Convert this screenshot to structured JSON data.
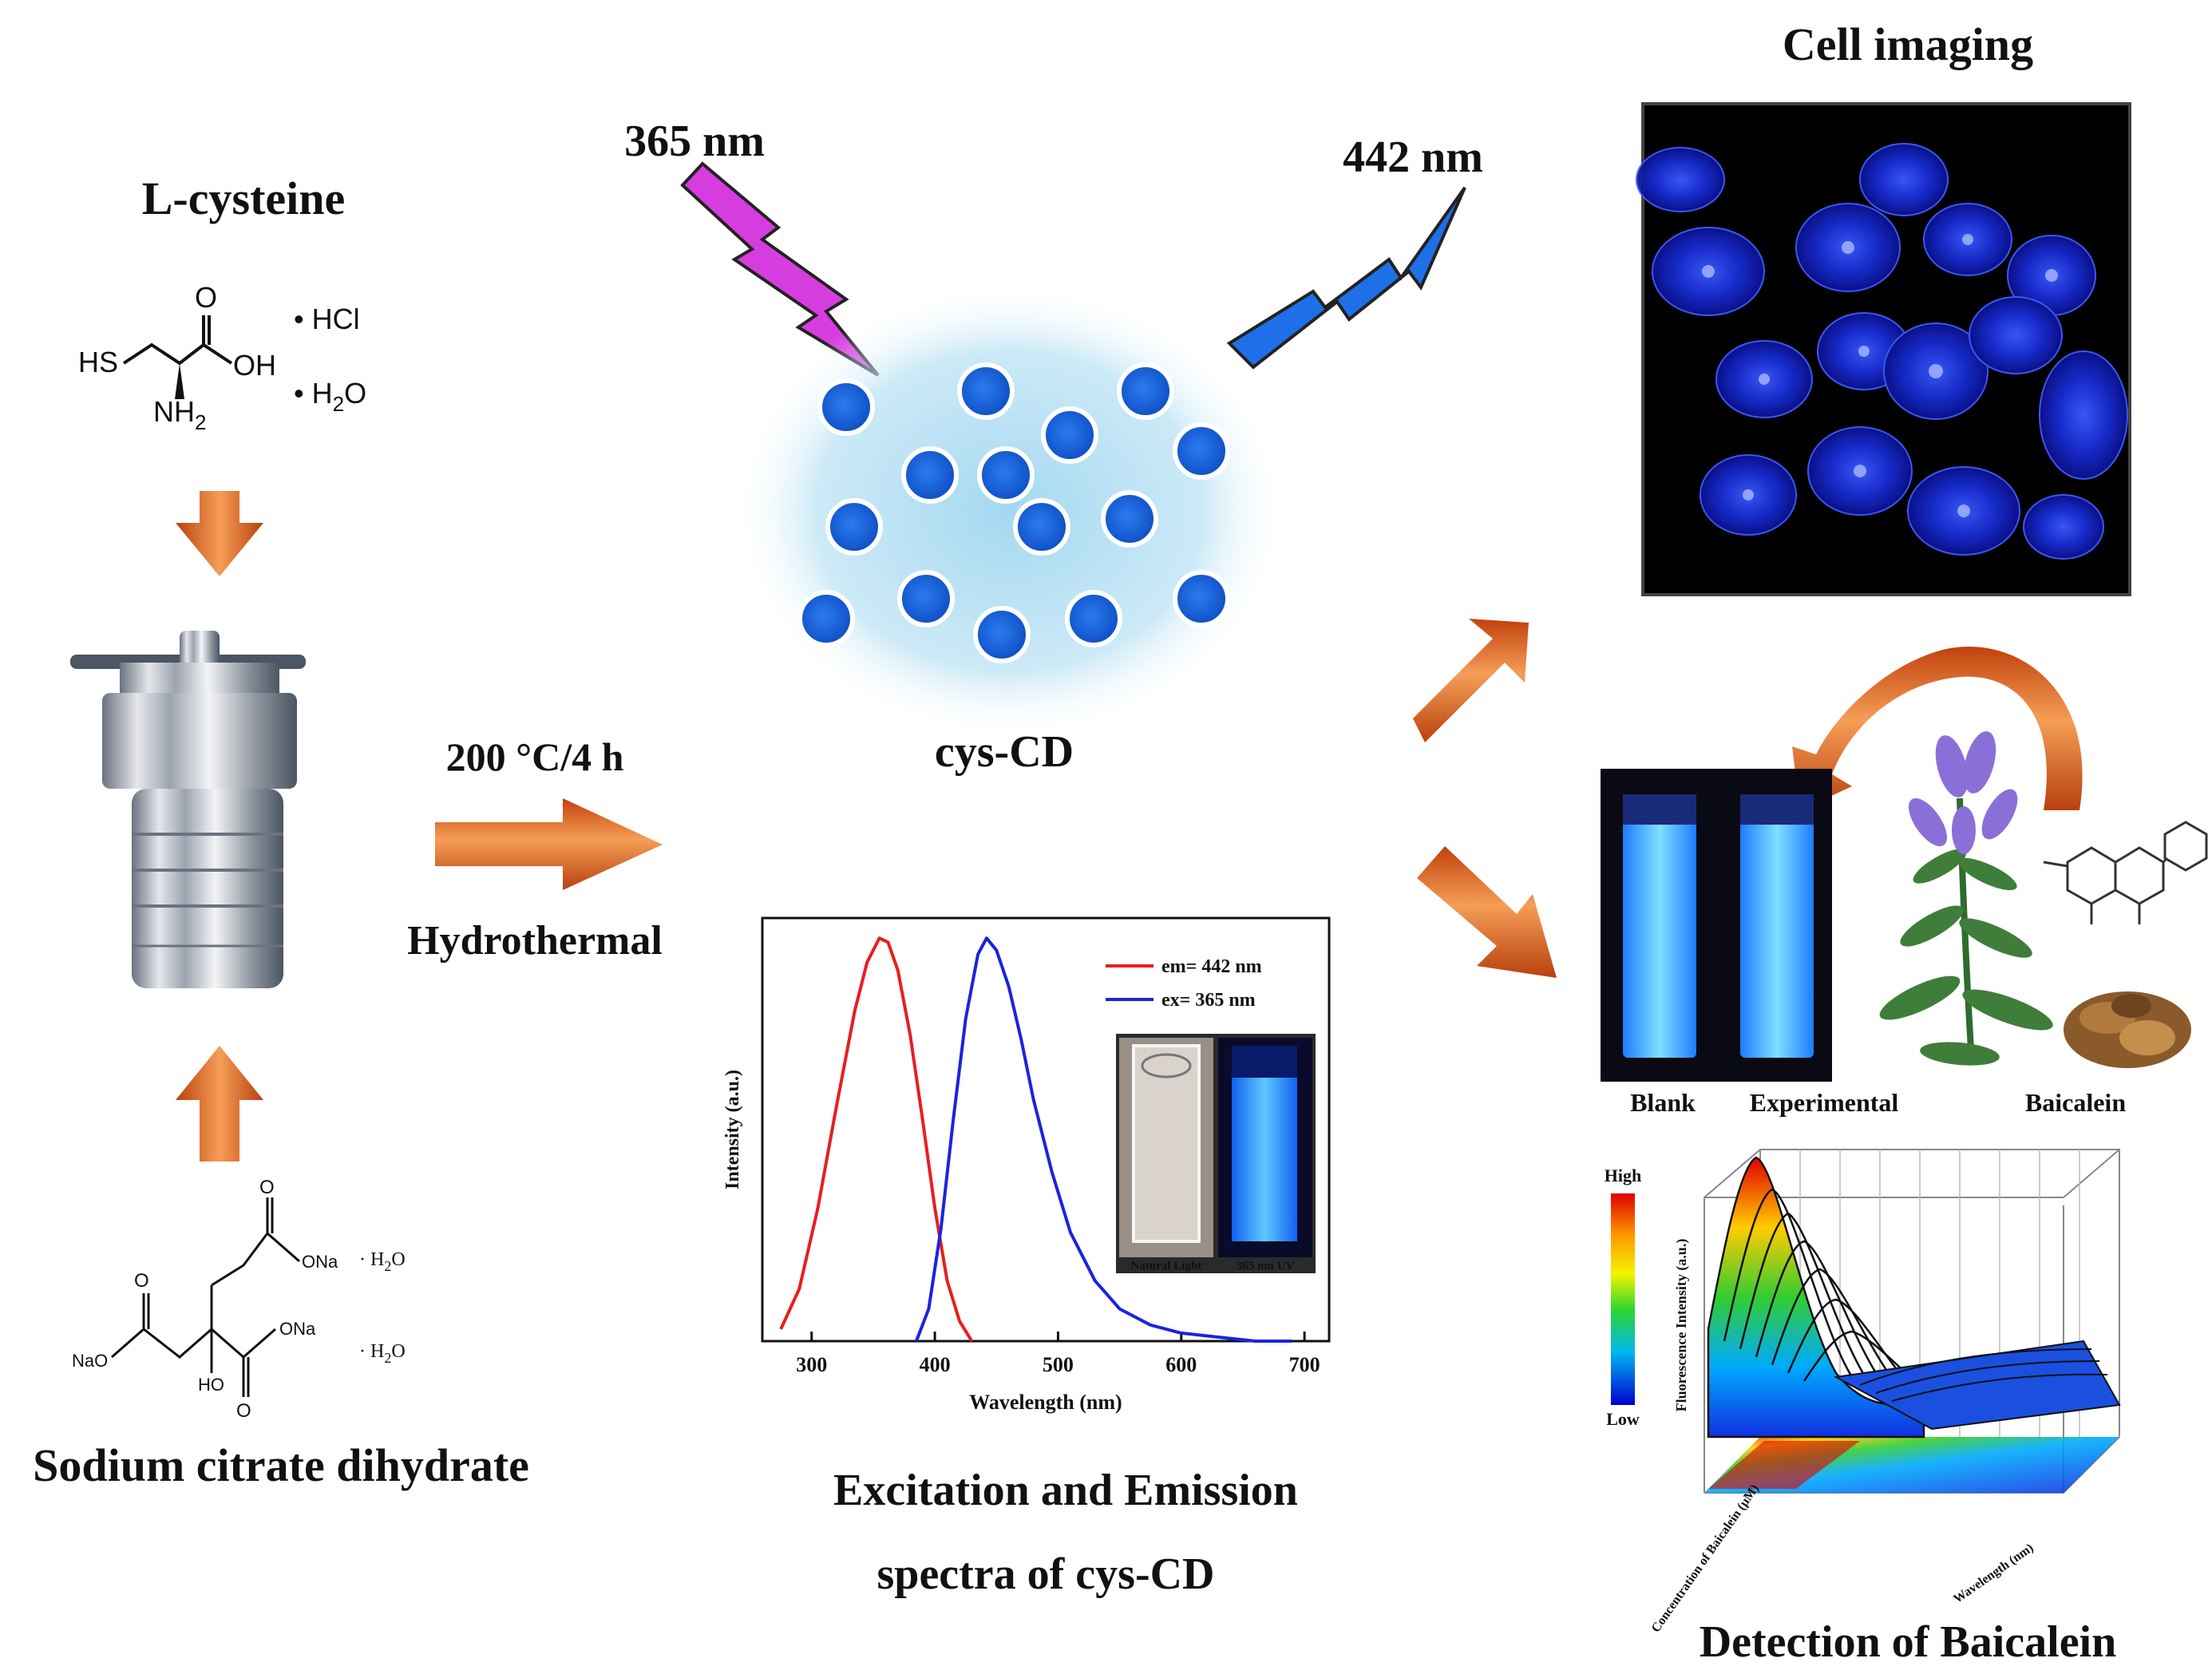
{
  "labels": {
    "reagent1": "L-cysteine",
    "reagent2": "Sodium citrate dihydrate",
    "condition": "200 °C/4 h",
    "method": "Hydrothermal",
    "product": "cys-CD",
    "excitation": "365 nm",
    "emission": "442 nm",
    "app1": "Cell imaging",
    "app2": "Detection of Baicalein",
    "spectra_caption_1": "Excitation and Emission",
    "spectra_caption_2": "spectra of cys-CD"
  },
  "cysteine_structure": {
    "hs": "HS",
    "oh": "OH",
    "o": "O",
    "nh2": "NH",
    "nh2_sub": "2",
    "hcl": "• HCl",
    "h2o": "• H",
    "h2o_sub": "2",
    "h2o_tail": "O"
  },
  "citrate_structure": {
    "ona1": "ONa",
    "ona2": "ONa",
    "nao": "NaO",
    "ho": "HO",
    "o": "O",
    "h2o_1": "· H",
    "h2o_2": "· H",
    "sub": "2",
    "tail": "O"
  },
  "vials": {
    "blank": "Blank",
    "experimental": "Experimental",
    "baicalein": "Baicalein"
  },
  "inset_photos": {
    "left": "Natural Light",
    "right": "365 nm UV"
  },
  "heatmap": {
    "high": "High",
    "low": "Low",
    "zlabel": "Fluorescence Intensity (a.u.)",
    "xlabel": "Wavelength (nm)",
    "ylabel": "Concentration of Baicalein (μM)"
  },
  "colors": {
    "excitation_arrow": "#d63ddf",
    "emission_arrow": "#1f6fe8",
    "dot": "#1a5fd8",
    "glow": "#a9dcf2",
    "process_arrow": "#e8692a"
  },
  "chart_data": {
    "type": "line",
    "title": "",
    "xlabel": "Wavelength (nm)",
    "ylabel": "Intensity (a.u.)",
    "xlim": [
      260,
      720
    ],
    "ylim": [
      0,
      1.05
    ],
    "xticks": [
      300,
      400,
      500,
      600,
      700
    ],
    "legend_position": "top-right",
    "series": [
      {
        "name": "em= 442 nm",
        "color": "#e81e1e",
        "x": [
          275,
          290,
          305,
          320,
          335,
          345,
          355,
          362,
          370,
          380,
          390,
          400,
          410,
          420,
          430
        ],
        "y": [
          0.03,
          0.13,
          0.33,
          0.58,
          0.82,
          0.94,
          1.0,
          0.99,
          0.92,
          0.76,
          0.55,
          0.33,
          0.15,
          0.05,
          0.0
        ]
      },
      {
        "name": "ex= 365 nm",
        "color": "#1a24e0",
        "x": [
          385,
          395,
          405,
          415,
          425,
          435,
          442,
          450,
          460,
          470,
          480,
          495,
          510,
          530,
          550,
          575,
          600,
          630,
          660,
          690
        ],
        "y": [
          0.0,
          0.08,
          0.28,
          0.55,
          0.8,
          0.96,
          1.0,
          0.97,
          0.88,
          0.75,
          0.6,
          0.42,
          0.27,
          0.15,
          0.08,
          0.04,
          0.02,
          0.01,
          0.0,
          0.0
        ]
      }
    ]
  }
}
